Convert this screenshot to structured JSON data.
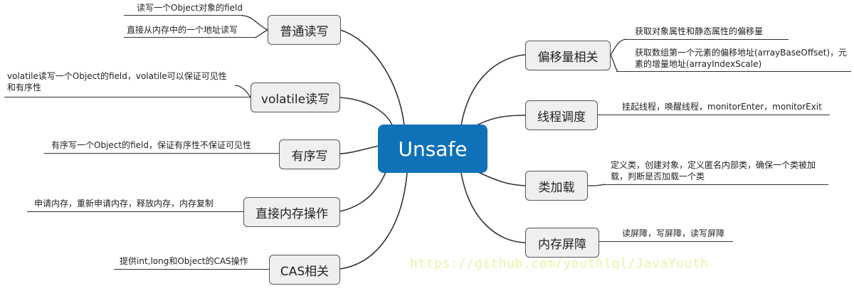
{
  "root": {
    "label": "Unsafe"
  },
  "left_branches": [
    {
      "label": "普通读写",
      "details": [
        "读写一个Object对象的field",
        "直接从内存中的一个地址读写"
      ]
    },
    {
      "label": "volatile读写",
      "details": [
        "volatile读写一个Object的field，volatile可以保证可见性\n和有序性"
      ]
    },
    {
      "label": "有序写",
      "details": [
        "有序写一个Object的field，保证有序性不保证可见性"
      ]
    },
    {
      "label": "直接内存操作",
      "details": [
        "申请内存，重新申请内存，释放内存，内存复制"
      ]
    },
    {
      "label": "CAS相关",
      "details": [
        "提供int,long和Object的CAS操作"
      ]
    }
  ],
  "right_branches": [
    {
      "label": "偏移量相关",
      "details": [
        "获取对象属性和静态属性的偏移量",
        "获取数组第一个元素的偏移地址(arrayBaseOffset)，元\n素的增量地址(arrayIndexScale)"
      ]
    },
    {
      "label": "线程调度",
      "details": [
        "挂起线程，唤醒线程，monitorEnter，monitorExit"
      ]
    },
    {
      "label": "类加载",
      "details": [
        "定义类，创建对象，定义匿名内部类，确保一个类被加\n载，判断是否加载一个类"
      ]
    },
    {
      "label": "内存屏障",
      "details": [
        "读屏障，写屏障，读写屏障"
      ]
    }
  ],
  "watermark": "https://github.com/youthlql/JavaYouth",
  "colors": {
    "root": "#0f72b8",
    "node": "#efefef",
    "line": "#333333",
    "watermark": "#e6f5a6"
  }
}
